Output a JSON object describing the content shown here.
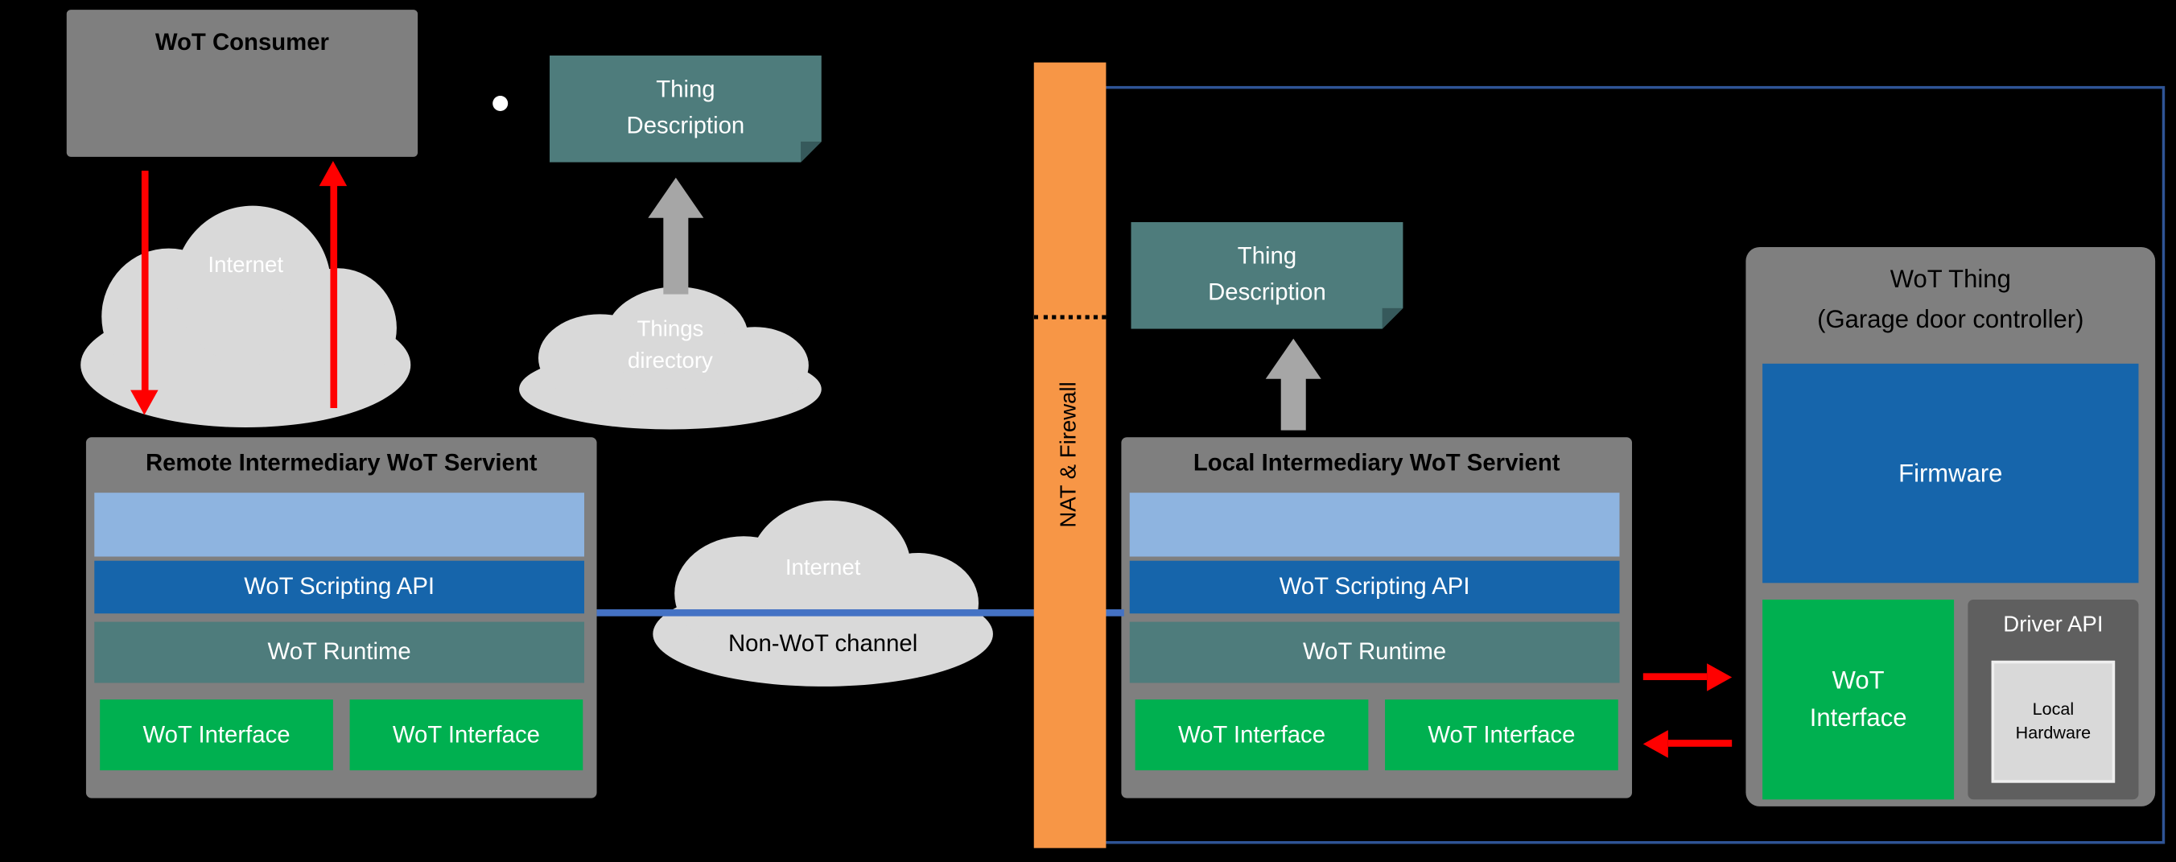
{
  "consumer": {
    "label": "WoT Consumer"
  },
  "clouds": {
    "internet_left": "Internet",
    "things_directory": {
      "line1": "Things",
      "line2": "directory"
    },
    "internet_center": "Internet",
    "non_wot_channel": "Non-WoT channel"
  },
  "thing_description_left": {
    "line1": "Thing",
    "line2": "Description"
  },
  "thing_description_right": {
    "line1": "Thing",
    "line2": "Description"
  },
  "remote_servient": {
    "title": "Remote Intermediary WoT Servient",
    "scripting_api": "WoT Scripting API",
    "runtime": "WoT Runtime",
    "interface_left": "WoT Interface",
    "interface_right": "WoT Interface"
  },
  "firewall": {
    "label": "NAT & Firewall"
  },
  "local_servient": {
    "title": "Local Intermediary WoT Servient",
    "scripting_api": "WoT Scripting API",
    "runtime": "WoT Runtime",
    "interface_left": "WoT Interface",
    "interface_right": "WoT Interface"
  },
  "wot_thing": {
    "title_line1": "WoT Thing",
    "title_line2": "(Garage door controller)",
    "firmware": "Firmware",
    "wot_interface": "WoT Interface",
    "driver_api": "Driver API",
    "local_hardware": "Local Hardware"
  },
  "icons": {
    "dot_marker": "white-circle"
  },
  "colors": {
    "background": "#000000",
    "box_gray": "#7f7f7f",
    "teal": "#4e7c7c",
    "dark_blue": "#1665ab",
    "light_blue": "#8eb4e0",
    "green": "#00b050",
    "orange": "#f79646",
    "cloud_gray": "#d9d9d9",
    "arrow_red": "#ff0000",
    "arrow_gray": "#a6a6a6",
    "channel_blue": "#4472c4",
    "network_border_blue": "#2f5496"
  }
}
